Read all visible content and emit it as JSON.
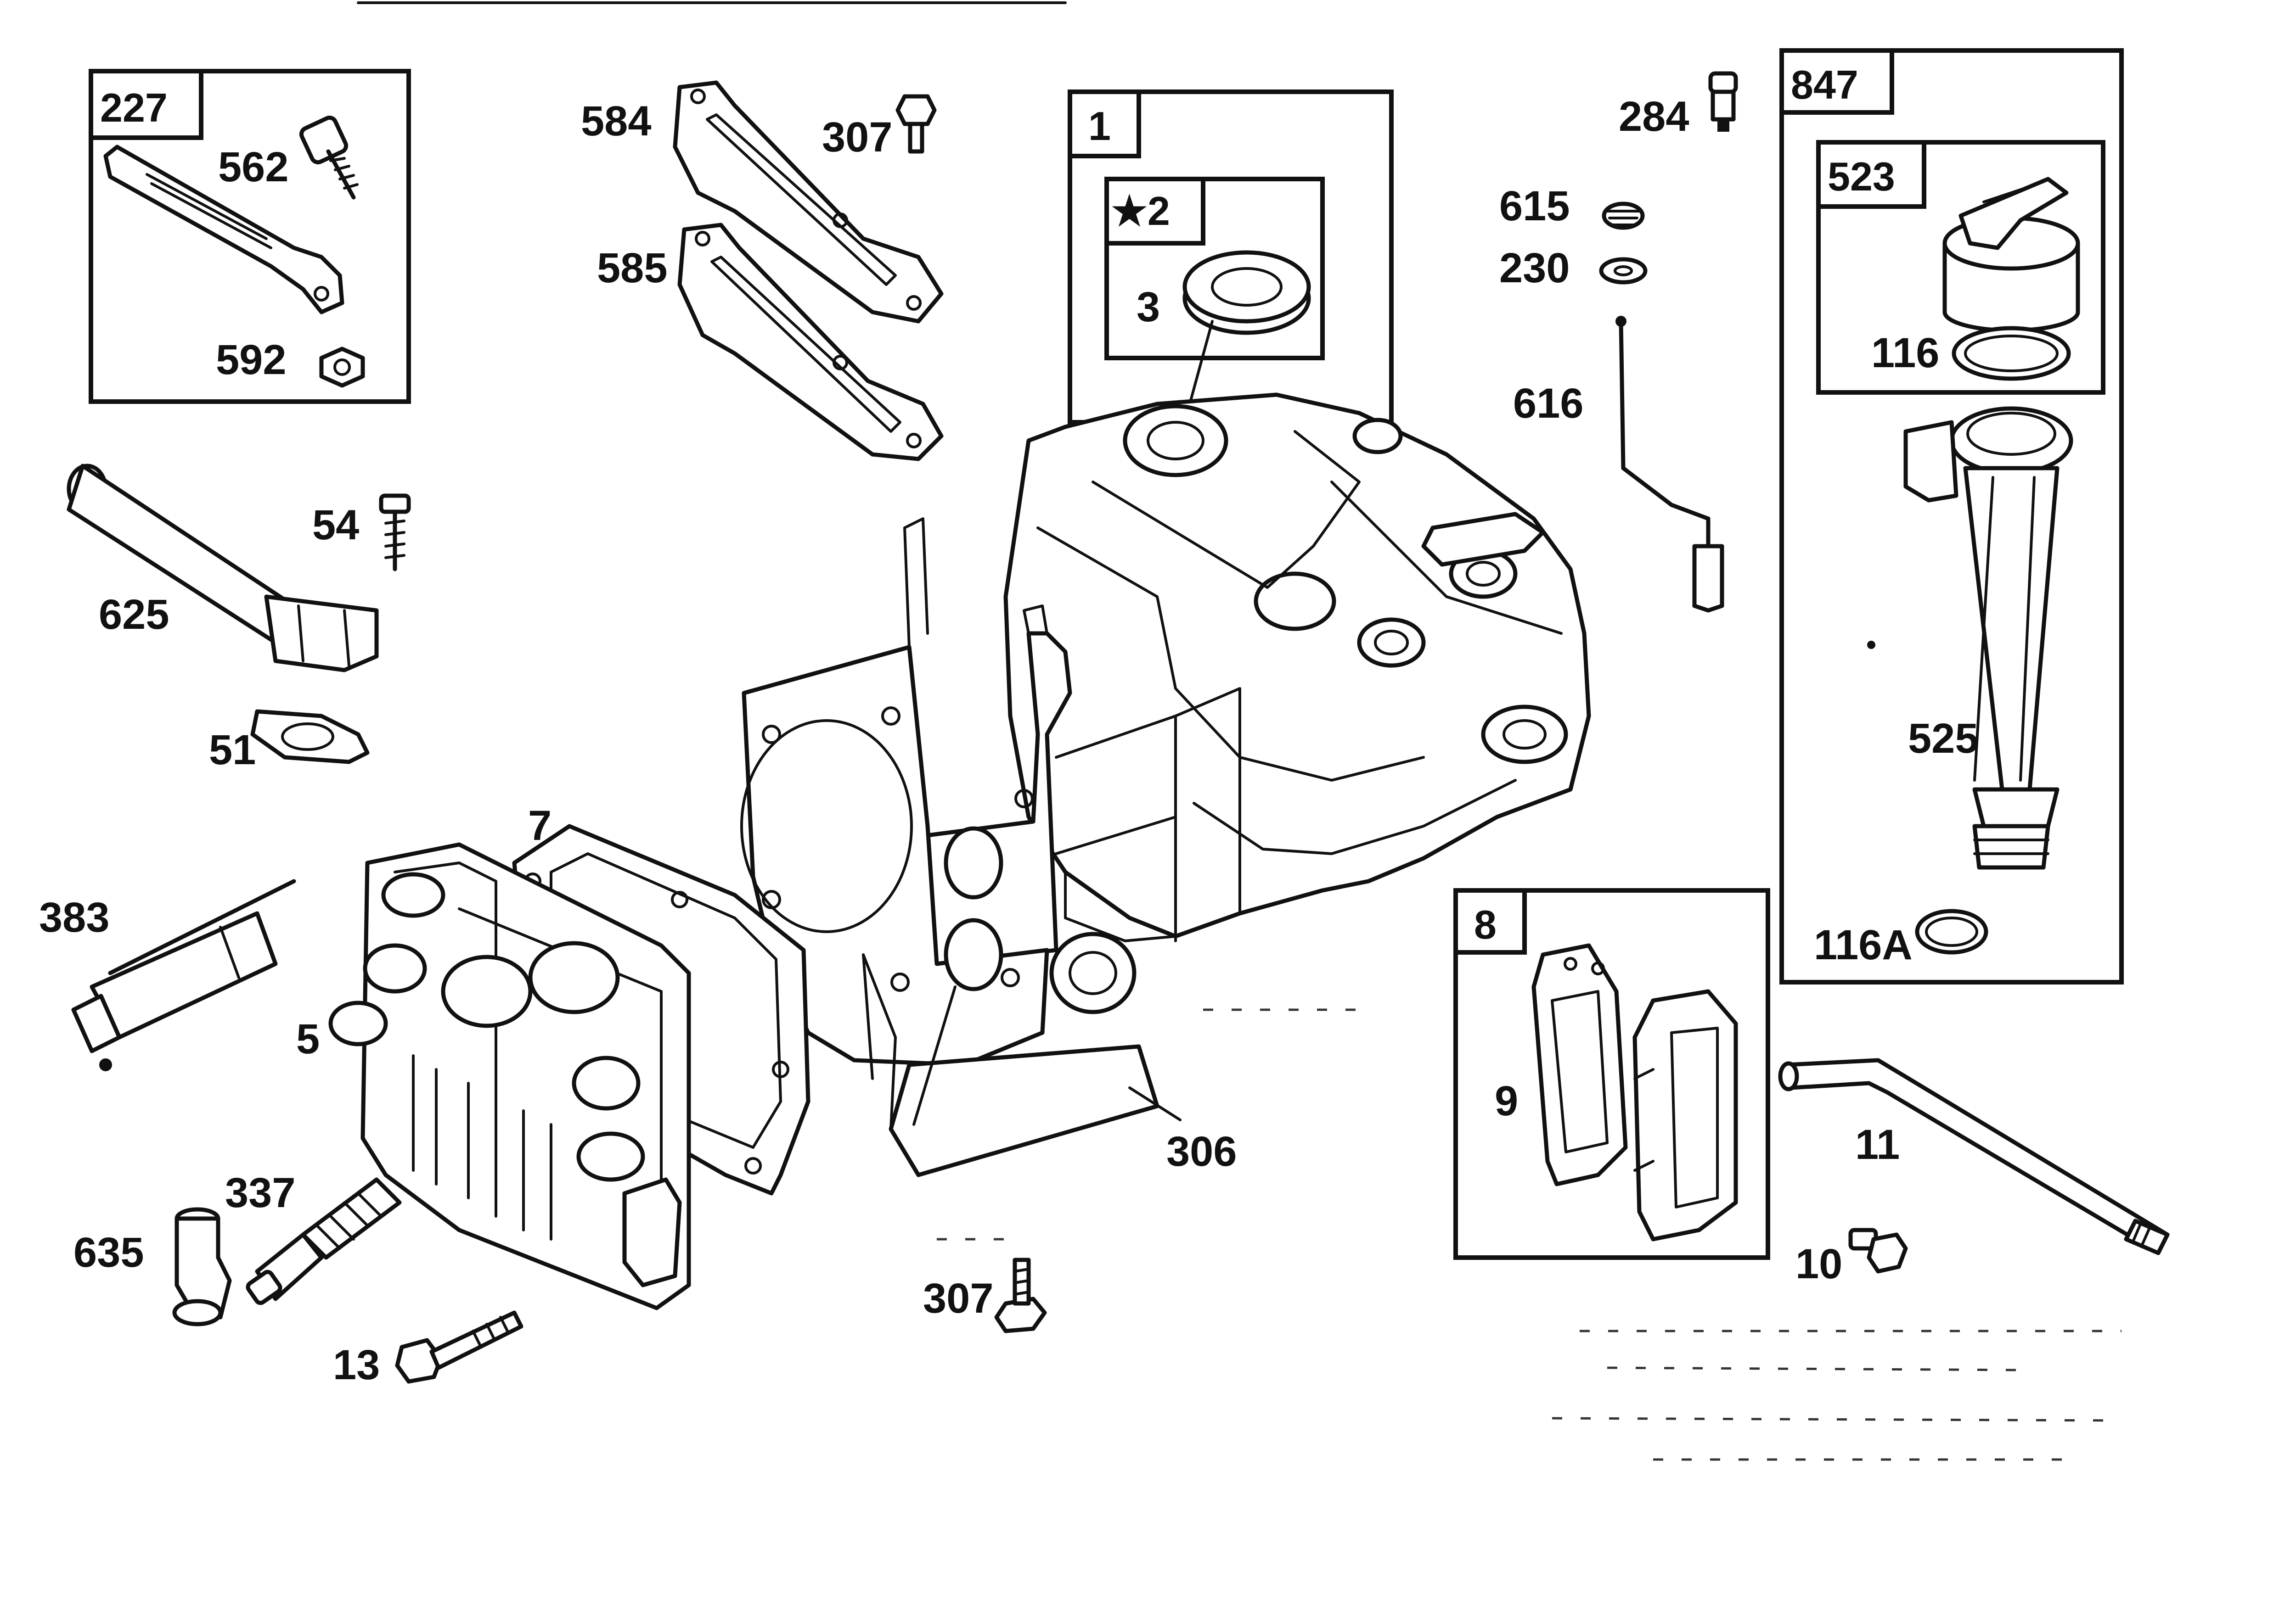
{
  "title": "",
  "kit_boxes": [
    {
      "id": "box-227",
      "label": "227"
    },
    {
      "id": "box-1",
      "label": "1"
    },
    {
      "id": "box-2",
      "label": "★2"
    },
    {
      "id": "box-847",
      "label": "847"
    },
    {
      "id": "box-523",
      "label": "523"
    },
    {
      "id": "box-8",
      "label": "8"
    }
  ],
  "callouts": [
    "562",
    "592",
    "584",
    "585",
    "307",
    "3",
    "284",
    "615",
    "230",
    "616",
    "116",
    "54",
    "625",
    "51",
    "525",
    "7",
    "383",
    "5",
    "306",
    "9",
    "11",
    "116A",
    "337",
    "635",
    "307",
    "10",
    "13"
  ],
  "parts": {
    "p562": "562",
    "p592": "592",
    "p584": "584",
    "p585": "585",
    "p307a": "307",
    "p3": "3",
    "p284": "284",
    "p615": "615",
    "p230": "230",
    "p616": "616",
    "p116": "116",
    "p54": "54",
    "p625": "625",
    "p51": "51",
    "p525": "525",
    "p7": "7",
    "p383": "383",
    "p5": "5",
    "p306": "306",
    "p9": "9",
    "p11": "11",
    "p116A": "116A",
    "p337": "337",
    "p635": "635",
    "p307b": "307",
    "p10": "10",
    "p13": "13"
  },
  "icons": {
    "cylinder": "engine-cylinder-block-drawing",
    "head": "cylinder-head-drawing",
    "dipstick": "oil-fill-tube-drawing"
  }
}
